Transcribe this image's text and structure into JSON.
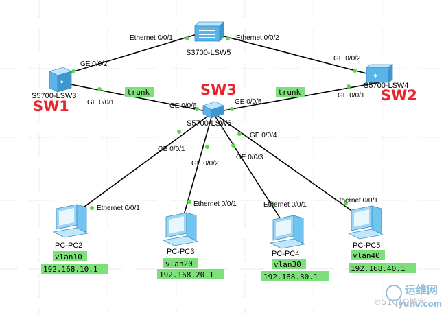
{
  "devices": {
    "lsw5": "S3700-LSW5",
    "lsw3": "S5700-LSW3",
    "lsw4": "S5700-LSW4",
    "lsw6": "S5700-LSW6",
    "pc2": "PC-PC2",
    "pc3": "PC-PC3",
    "pc4": "PC-PC4",
    "pc5": "PC-PC5"
  },
  "callouts": {
    "sw1": "SW1",
    "sw2": "SW2",
    "sw3": "SW3"
  },
  "ports": {
    "lsw5_left": "Ethernet 0/0/1",
    "lsw5_right": "Ethernet 0/0/2",
    "lsw3_up": "GE 0/0/2",
    "lsw3_down": "GE 0/0/1",
    "lsw4_up": "GE 0/0/2",
    "lsw4_down": "GE 0/0/1",
    "lsw6_left": "GE 0/0/6",
    "lsw6_right": "GE 0/0/5",
    "lsw6_p1": "GE 0/0/1",
    "lsw6_p2": "GE 0/0/2",
    "lsw6_p3": "GE 0/0/3",
    "lsw6_p4": "GE 0/0/4",
    "pc2_eth": "Ethernet 0/0/1",
    "pc3_eth": "Ethernet 0/0/1",
    "pc4_eth": "Ethernet 0/0/1",
    "pc5_eth": "Ethernet 0/0/1"
  },
  "links": {
    "trunk_left": "trunk",
    "trunk_right": "trunk"
  },
  "vlans": {
    "pc2": {
      "vlan": "vlan10",
      "ip": "192.168.10.1"
    },
    "pc3": {
      "vlan": "vlan20",
      "ip": "192.168.20.1"
    },
    "pc4": {
      "vlan": "vlan30",
      "ip": "192.168.30.1"
    },
    "pc5": {
      "vlan": "vlan40",
      "ip": "192.168.40.1"
    }
  },
  "watermark": {
    "line1": "运维网",
    "line2": "iyunv.com",
    "line3": "©51CTO博客"
  },
  "colors": {
    "callout": "#e8242a",
    "tag": "#7ee07a",
    "port_dot": "#5fd34e",
    "switch": "#5ab4e8",
    "pc": "#6ec6f0"
  }
}
